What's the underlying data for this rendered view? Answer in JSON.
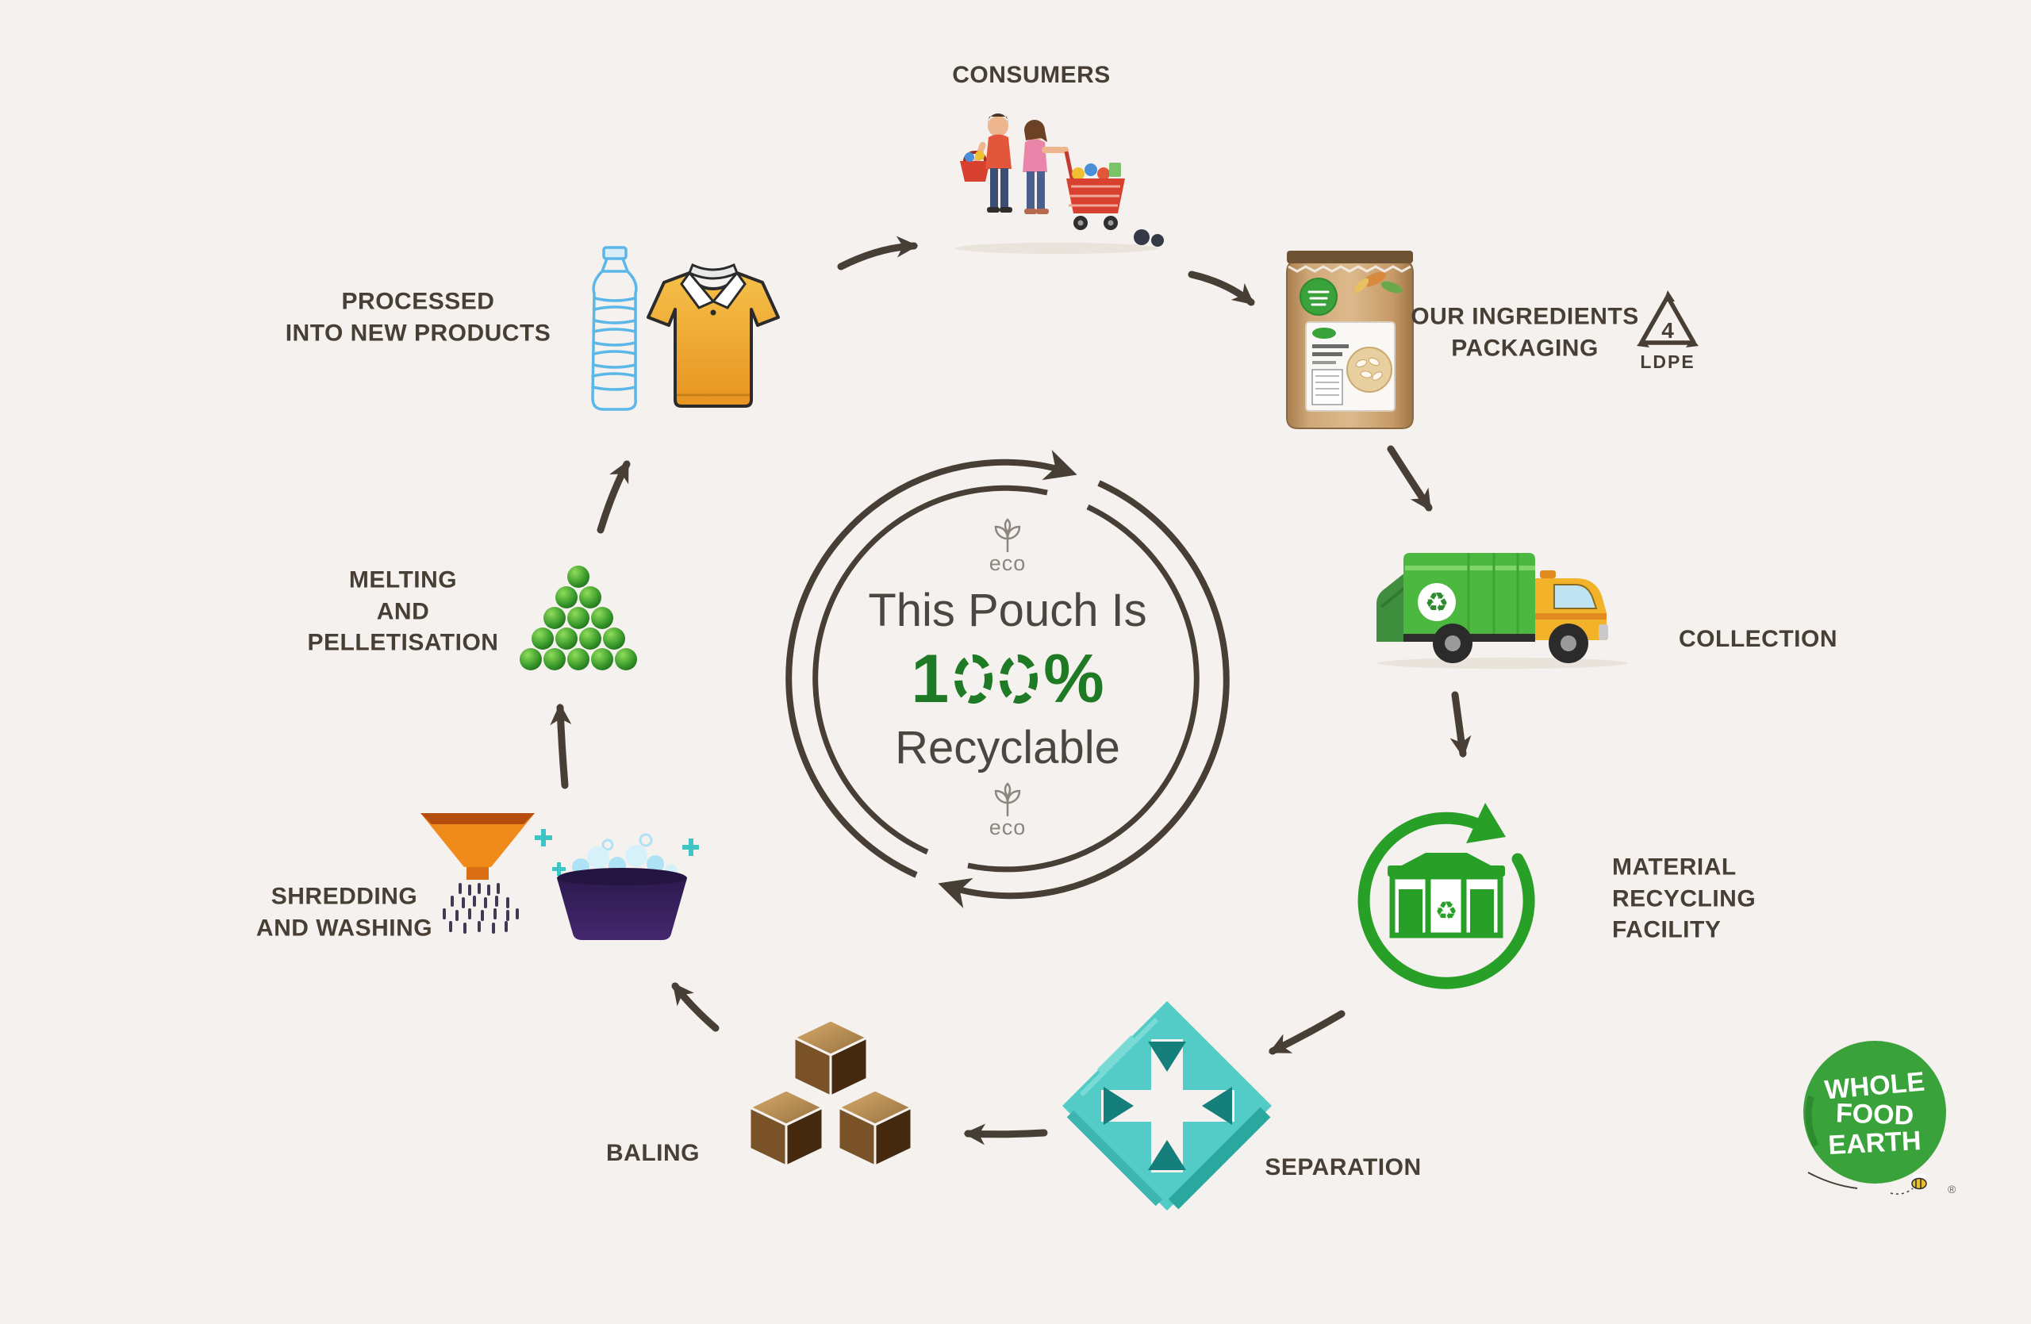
{
  "canvas": {
    "bg": "#f5f1ee",
    "ink": "#473e35"
  },
  "center": {
    "eco_top": "eco",
    "eco_bottom": "eco",
    "line1": "This Pouch Is",
    "percent_value": "100%",
    "percent_one": "1",
    "percent_sign": "%",
    "line3": "Recyclable",
    "accent_green": "#1e7a24"
  },
  "stages": {
    "consumers": {
      "label": "CONSUMERS"
    },
    "packaging": {
      "label": "OUR INGREDIENTS\nPACKAGING",
      "resin_number": "4",
      "resin_code": "LDPE"
    },
    "collection": {
      "label": "COLLECTION"
    },
    "facility": {
      "label": "MATERIAL\nRECYCLING\nFACILITY"
    },
    "separation": {
      "label": "SEPARATION"
    },
    "baling": {
      "label": "BALING"
    },
    "shredding": {
      "label": "SHREDDING\nAND WASHING"
    },
    "melting": {
      "label": "MELTING\nAND\nPELLETISATION"
    },
    "processed": {
      "label": "PROCESSED\nINTO NEW PRODUCTS"
    }
  },
  "icons": {
    "recycle_glyph": "♻"
  },
  "logo": {
    "line1": "WHOLE",
    "line2": "FOOD",
    "line3": "EARTH",
    "registered": "®"
  }
}
